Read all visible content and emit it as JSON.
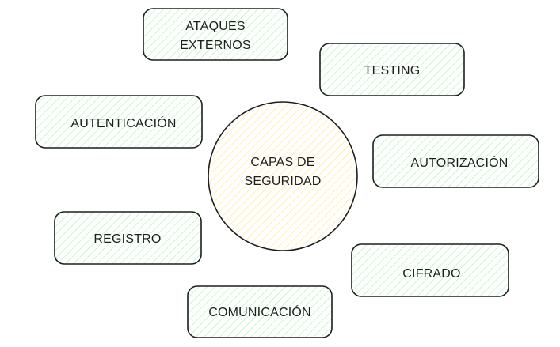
{
  "center": {
    "line1": "CAPAS DE",
    "line2": "SEGURIDAD"
  },
  "nodes": {
    "ataques": {
      "line1": "ATAQUES",
      "line2": "EXTERNOS"
    },
    "testing": {
      "label": "TESTING"
    },
    "autenticacion": {
      "label": "AUTENTICACIÓN"
    },
    "autorizacion": {
      "label": "AUTORIZACIÓN"
    },
    "registro": {
      "label": "REGISTRO"
    },
    "cifrado": {
      "label": "CIFRADO"
    },
    "comunicacion": {
      "label": "COMUNICACIÓN"
    }
  },
  "colors": {
    "stroke": "#1e1e1e",
    "node_hatch": "#b2f2bb",
    "center_hatch": "#ffec99",
    "background": "#ffffff"
  }
}
